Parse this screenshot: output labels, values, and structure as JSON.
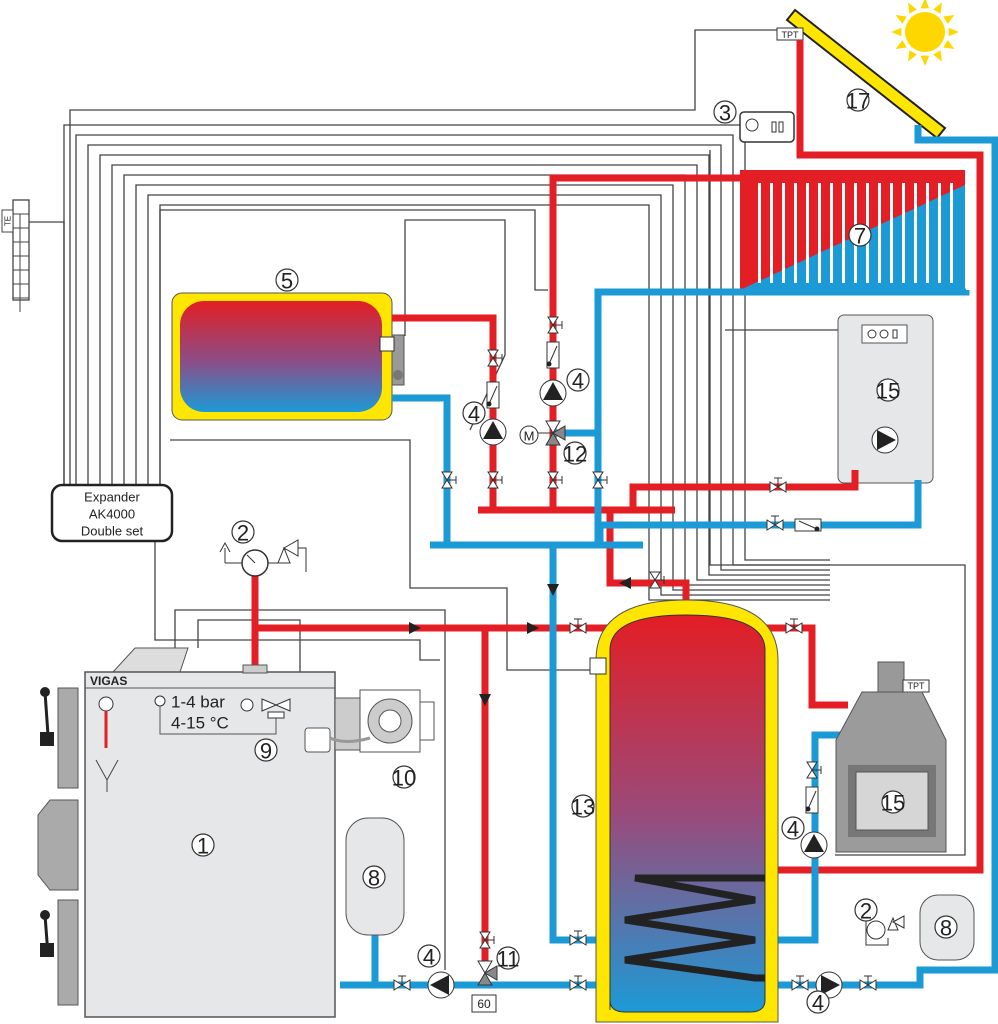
{
  "diagram": {
    "expander": {
      "line1": "Expander",
      "line2": "AK4000",
      "line3": "Double set"
    },
    "boiler": {
      "brand": "VIGAS",
      "pressure": "1-4 bar",
      "temperature": "4-15 °C"
    },
    "sensors": {
      "outdoor": "TE",
      "pt": "TPT"
    },
    "valve_setting": "60",
    "labels": {
      "boiler": "1",
      "safety_group": "2",
      "controller": "3",
      "pump": "4",
      "vessel": "5",
      "radiator": "7",
      "expansion_vessel": "8",
      "thermostatic_valve": "9",
      "burner": "10",
      "mixing_valve_60": "11",
      "mixing_valve": "12",
      "tank": "13",
      "gas_boiler": "15",
      "fireplace": "15",
      "solar_collector": "17"
    },
    "colors": {
      "hot": "#e31e24",
      "cold": "#1c9ad6",
      "insulation": "#ffe600",
      "sun": "#ffd700"
    }
  }
}
